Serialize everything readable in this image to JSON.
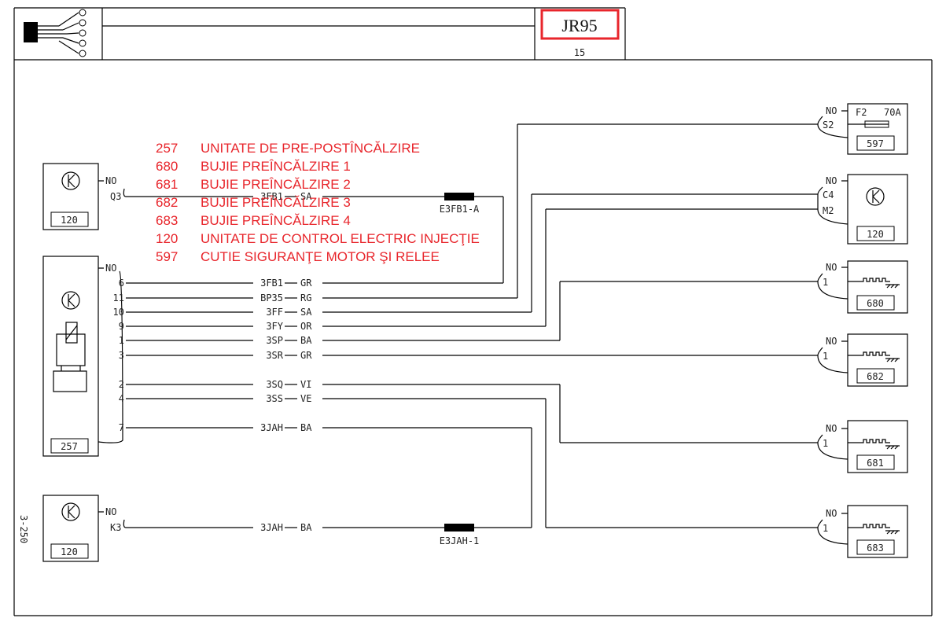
{
  "header": {
    "code": "JR95",
    "page_number": "15"
  },
  "side_label": "3-250",
  "legend": [
    {
      "num": "257",
      "text": "UNITATE DE PRE-POSTÎNCĂLZIRE"
    },
    {
      "num": "680",
      "text": "BUJIE PREÎNCĂLZIRE 1"
    },
    {
      "num": "681",
      "text": "BUJIE PREÎNCĂLZIRE 2"
    },
    {
      "num": "682",
      "text": "BUJIE PREÎNCĂLZIRE 3"
    },
    {
      "num": "683",
      "text": "BUJIE PREÎNCĂLZIRE 4"
    },
    {
      "num": "120",
      "text": "UNITATE DE CONTROL ELECTRIC INJECŢIE"
    },
    {
      "num": "597",
      "text": "CUTIE SIGURANŢE MOTOR ŞI RELEE"
    }
  ],
  "components": {
    "ecu_top": {
      "ref": "120",
      "no": "NO",
      "pin": "Q3"
    },
    "preheat_unit": {
      "ref": "257",
      "no": "NO"
    },
    "ecu_bottom": {
      "ref": "120",
      "no": "NO",
      "pin": "K3"
    },
    "fuse_box": {
      "ref": "597",
      "no": "NO",
      "pin": "S2",
      "fuse": "F2",
      "rating": "70A"
    },
    "ecu_right": {
      "ref": "120",
      "no": "NO",
      "pin1": "C4",
      "pin2": "M2"
    },
    "plug_680": {
      "ref": "680",
      "no": "NO",
      "pin": "1"
    },
    "plug_682": {
      "ref": "682",
      "no": "NO",
      "pin": "1"
    },
    "plug_681": {
      "ref": "681",
      "no": "NO",
      "pin": "1"
    },
    "plug_683": {
      "ref": "683",
      "no": "NO",
      "pin": "1"
    }
  },
  "wires": {
    "q3": {
      "label": "3FB1",
      "color": "SA"
    },
    "p6": {
      "pin": "6",
      "label": "3FB1",
      "color": "GR"
    },
    "p11": {
      "pin": "11",
      "label": "BP35",
      "color": "RG"
    },
    "p10": {
      "pin": "10",
      "label": "3FF",
      "color": "SA"
    },
    "p9": {
      "pin": "9",
      "label": "3FY",
      "color": "OR"
    },
    "p1": {
      "pin": "1",
      "label": "3SP",
      "color": "BA"
    },
    "p3": {
      "pin": "3",
      "label": "3SR",
      "color": "GR"
    },
    "p2": {
      "pin": "2",
      "label": "3SQ",
      "color": "VI"
    },
    "p4": {
      "pin": "4",
      "label": "3SS",
      "color": "VE"
    },
    "p7": {
      "pin": "7",
      "label": "3JAH",
      "color": "BA"
    },
    "k3": {
      "label": "3JAH",
      "color": "BA"
    }
  },
  "splices": {
    "top": "E3FB1-A",
    "bottom": "E3JAH-1"
  },
  "colors": {
    "legend_text": "#e8262c",
    "highlight_box": "#e8262c",
    "line": "#000000",
    "label_grey": "#555555"
  }
}
